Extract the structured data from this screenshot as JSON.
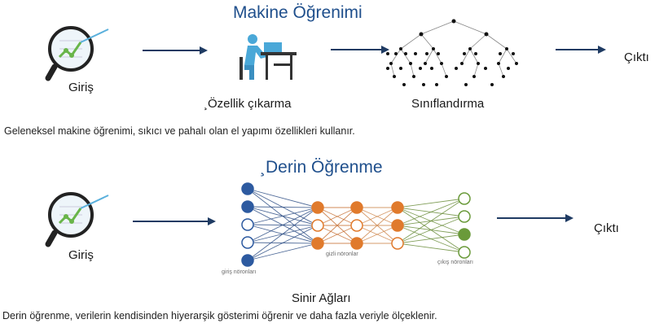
{
  "ml": {
    "title": "Makine Öğrenimi",
    "input_label": "Giriş",
    "feature_label": "¸Özellik çıkarma",
    "classify_label": "Sınıflandırma",
    "output_label": "Çıktı",
    "caption": "Geleneksel makine öğrenimi, sıkıcı ve pahalı olan el yapımı özellikleri kullanır."
  },
  "dl": {
    "title": "¸Derin Öğrenme",
    "input_label": "Giriş",
    "output_label": "Çıktı",
    "input_neurons_label": "giriş nöronları",
    "hidden_neurons_label": "gizli nöronlar",
    "output_neurons_label": "çıkış nöronları",
    "network_label": "Sinir Ağları",
    "caption": "Derin öğrenme, verilerin kendisinden hiyerarşik gösterimi öğrenir ve daha fazla veriyle ölçeklenir."
  },
  "icons": {
    "magnifier": "magnifier-chart-icon",
    "person": "person-at-desk-icon",
    "tree": "decision-tree-icon",
    "arrow": "right-arrow-icon"
  },
  "colors": {
    "title_blue": "#1f4f8c",
    "arrow_navy": "#1f3b63",
    "input_neuron_blue": "#2d5aa0",
    "hidden_neuron_orange": "#e07a2c",
    "output_neuron_green": "#6a9a3a"
  }
}
